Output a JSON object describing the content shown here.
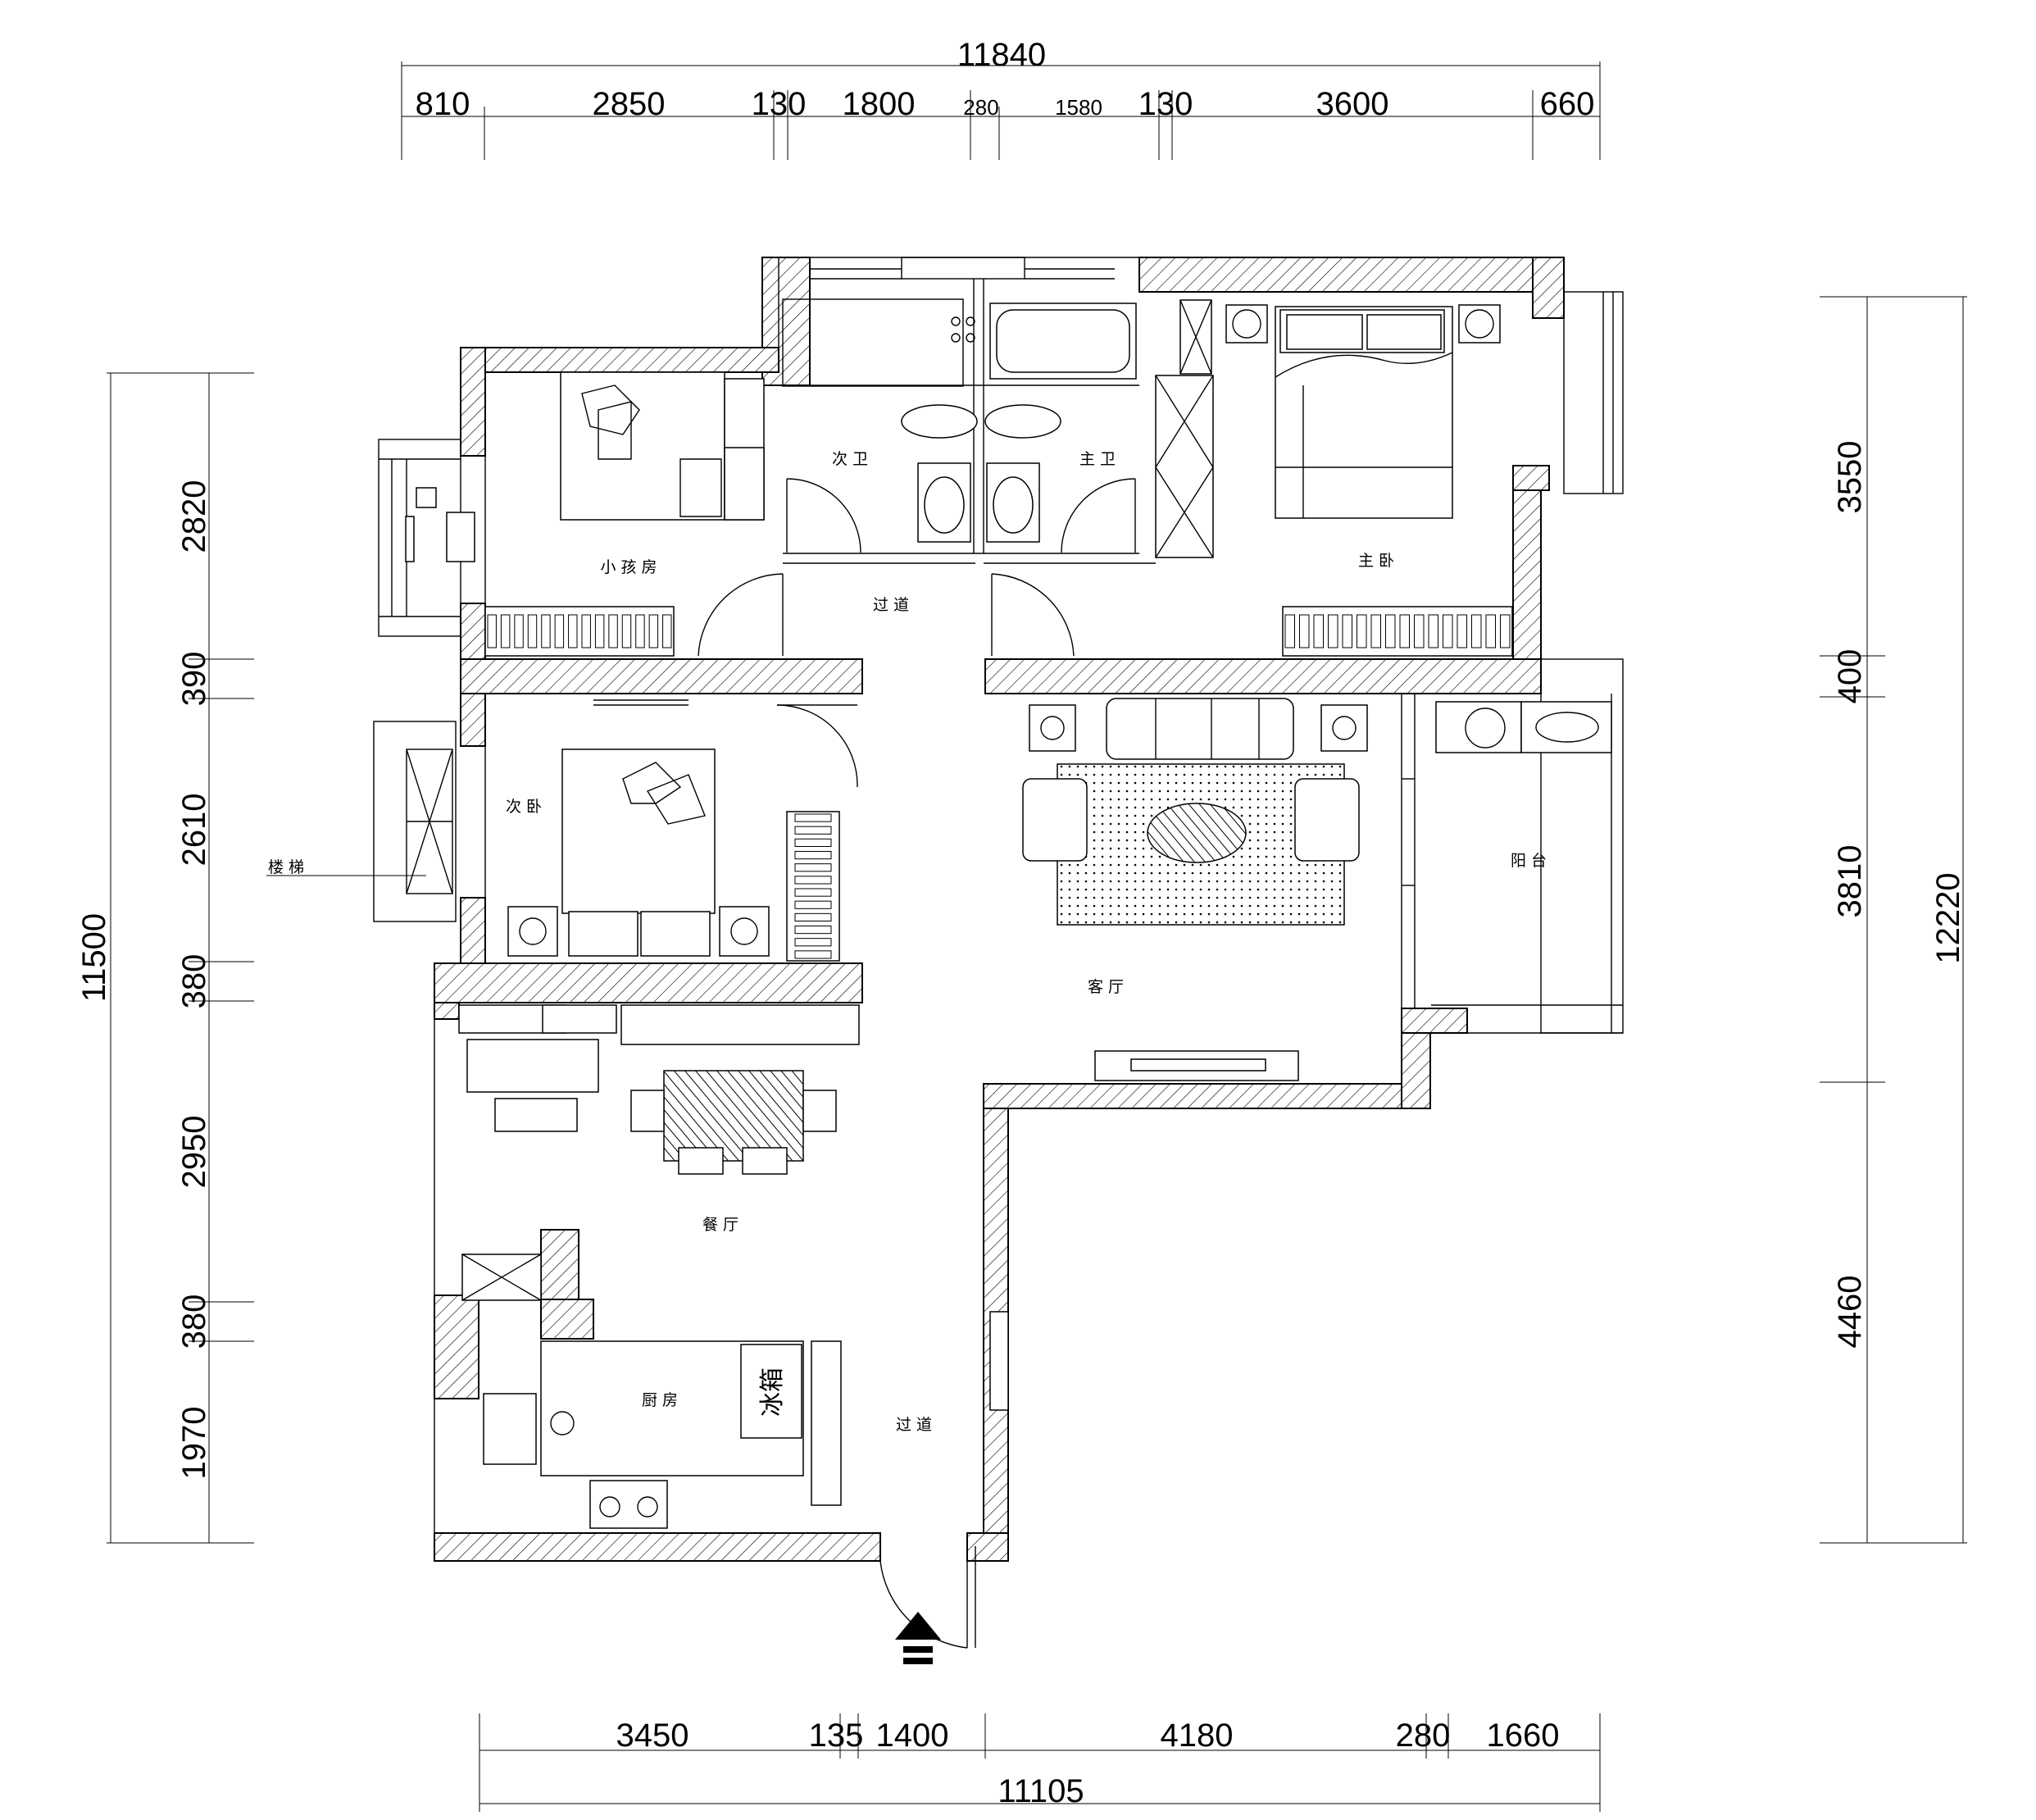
{
  "dimensions": {
    "top_total": "11840",
    "top": [
      "810",
      "2850",
      "130",
      "1800",
      "280",
      "1580",
      "130",
      "3600",
      "660"
    ],
    "bottom": [
      "3450",
      "135",
      "1400",
      "4180",
      "280",
      "1660"
    ],
    "bottom_total": "11105",
    "left": [
      "2820",
      "390",
      "2610",
      "380",
      "2950",
      "380",
      "1970"
    ],
    "left_total": "11500",
    "right": [
      "3550",
      "400",
      "3810",
      "4460"
    ],
    "right_total": "12220"
  },
  "rooms": {
    "child_room": "小孩房",
    "second_bath": "次卫",
    "master_bath": "主卫",
    "corridor_top": "过道",
    "master_bedroom": "主卧",
    "second_bedroom": "次卧",
    "stairs": "楼梯",
    "balcony": "阳台",
    "living_room": "客厅",
    "dining_room": "餐厅",
    "kitchen": "厨房",
    "fridge": "冰箱",
    "corridor_bottom": "过道"
  }
}
